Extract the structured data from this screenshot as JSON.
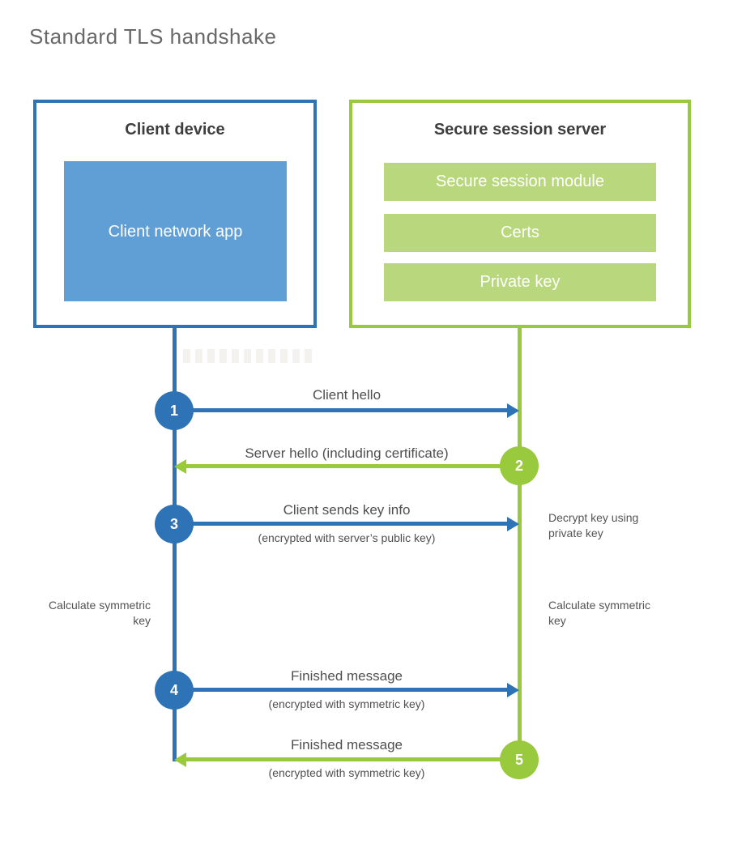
{
  "page": {
    "title": "Standard TLS handshake"
  },
  "colors": {
    "blue-stroke": "#2d73b5",
    "blue-fill": "#609fd6",
    "green-stroke": "#99c93d",
    "green-fill": "#b9d87e",
    "title-gray": "#69696b",
    "heading-dark": "#3e3e40",
    "label-gray": "#4f4f51",
    "note-gray": "#545456"
  },
  "client": {
    "title": "Client device",
    "app_label": "Client network app"
  },
  "server": {
    "title": "Secure session server",
    "modules": [
      "Secure session module",
      "Certs",
      "Private key"
    ]
  },
  "messages": [
    {
      "step": "1",
      "from": "client",
      "to": "server",
      "label": "Client hello",
      "sublabel": ""
    },
    {
      "step": "2",
      "from": "server",
      "to": "client",
      "label": "Server hello (including certificate)",
      "sublabel": ""
    },
    {
      "step": "3",
      "from": "client",
      "to": "server",
      "label": "Client sends key info",
      "sublabel": "(encrypted with server’s public key)"
    },
    {
      "step": "4",
      "from": "client",
      "to": "server",
      "label": "Finished message",
      "sublabel": "(encrypted with symmetric key)"
    },
    {
      "step": "5",
      "from": "server",
      "to": "client",
      "label": "Finished message",
      "sublabel": "(encrypted with symmetric key)"
    }
  ],
  "notes": {
    "decrypt_key": "Decrypt key using private key",
    "calculate_left": "Calculate symmetric key",
    "calculate_right": "Calculate symmetric key"
  }
}
